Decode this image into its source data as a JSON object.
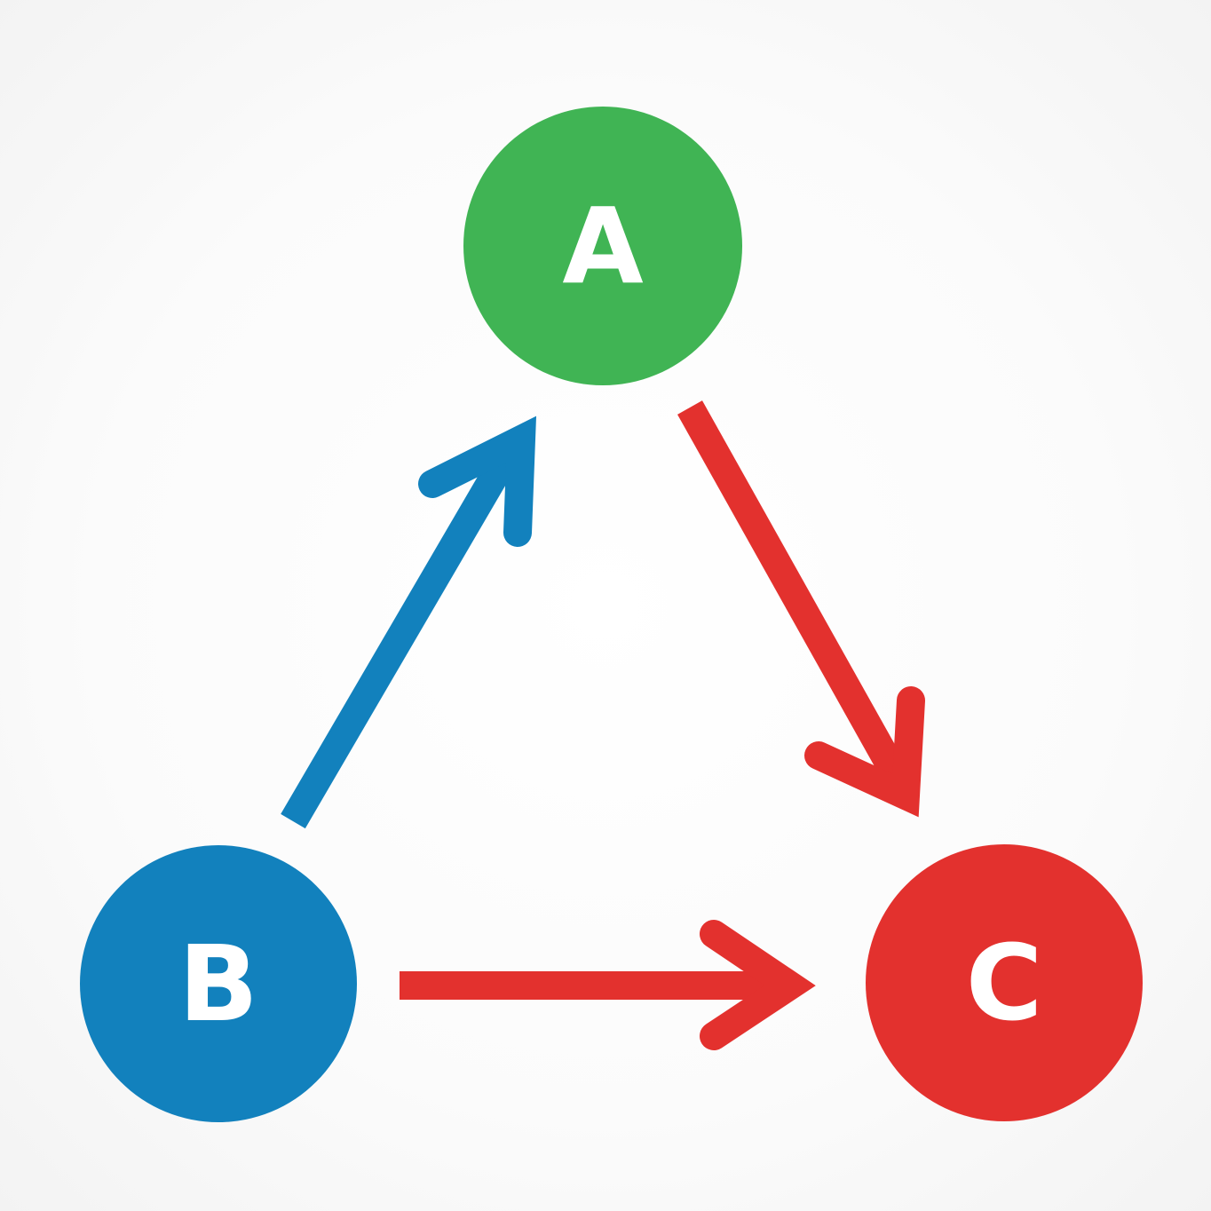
{
  "colors": {
    "green": "#40b454",
    "blue": "#1281bd",
    "red": "#e3312e"
  },
  "nodes": [
    {
      "id": "a",
      "label": "A",
      "color": "#40b454"
    },
    {
      "id": "b",
      "label": "B",
      "color": "#1281bd"
    },
    {
      "id": "c",
      "label": "C",
      "color": "#e3312e"
    }
  ],
  "edges": [
    {
      "from": "B",
      "to": "A",
      "color": "#1281bd"
    },
    {
      "from": "A",
      "to": "C",
      "color": "#e3312e"
    },
    {
      "from": "B",
      "to": "C",
      "color": "#e3312e"
    }
  ]
}
